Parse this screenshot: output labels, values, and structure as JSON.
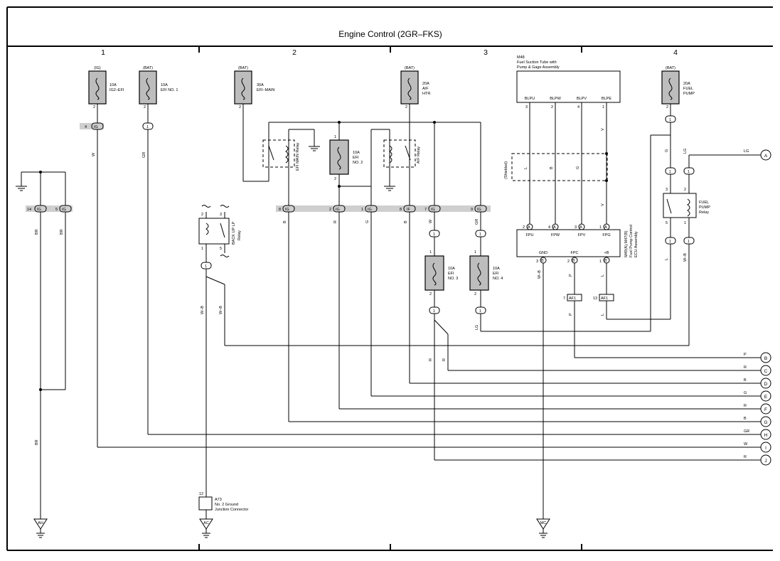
{
  "title": "Engine Control (2GR–FKS)",
  "columns": [
    "1",
    "2",
    "3",
    "4"
  ],
  "fuses": [
    {
      "source": "(IG)",
      "rating": "10A",
      "name": "IG2–EFI",
      "pin": "2"
    },
    {
      "source": "(BAT)",
      "rating": "10A",
      "name": "EFI NO. 1",
      "pin": "2"
    },
    {
      "source": "(BAT)",
      "rating": "30A",
      "name": "EFI–MAIN",
      "pin": "2"
    },
    {
      "source": "(BAT)",
      "rating": "20A",
      "name1": "A/F",
      "name2": "HTR",
      "pin": "2"
    },
    {
      "source": "(BAT)",
      "rating": "20A",
      "name1": "FUEL",
      "name2": "PUMP",
      "pin": "2"
    },
    {
      "rating": "10A",
      "name1": "EFI",
      "name2": "NO. 2",
      "pin_top": "1",
      "pin_bottom": "2"
    },
    {
      "rating": "10A",
      "name1": "EFI",
      "name2": "NO. 3",
      "pin_top": "1",
      "pin_bottom": "2"
    },
    {
      "rating": "10A",
      "name1": "EFI",
      "name2": "NO. 4",
      "pin_top": "1",
      "pin_bottom": "2"
    }
  ],
  "relays": {
    "efi_main": "EFI MAIN Relay",
    "af": "A/F Relay",
    "backup_1": "BACK UP LP",
    "backup_2": "Relay",
    "fuel_pump_1": "FUEL",
    "fuel_pump_2": "PUMP",
    "fuel_pump_3": "Relay"
  },
  "m48": {
    "id": "M48",
    "name1": "Fuel Suction Tube with",
    "name2": "Pump & Gage Assembly",
    "pins": [
      "BLPU",
      "BLPW",
      "BLPV",
      "BLPE"
    ],
    "pin_nums": [
      "3",
      "2",
      "4",
      "1"
    ]
  },
  "shielded": "(Shielded)",
  "ecu": {
    "name1": "M49(A),M47(B)",
    "name2": "Fuel Pump Control",
    "name3": "ECU Assembly",
    "top_pins": [
      "FPU",
      "FPW",
      "FPV",
      "FPG"
    ],
    "top_nums": [
      "2",
      "4",
      "3",
      "1"
    ],
    "bottom_pins": [
      "GND",
      "FPC",
      "+B"
    ],
    "bottom_nums": [
      "3",
      "2",
      "1"
    ],
    "conn_a": "A",
    "conn_b": "B"
  },
  "connectors": {
    "ig": "IG",
    "if": "IF",
    "one": "1",
    "pin4": "4",
    "pin14": "14",
    "pin5": "5",
    "pin8": "8",
    "pin2": "2",
    "pin1": "1",
    "pin7": "7",
    "pin9": "9",
    "pin3": "3",
    "pin13": "13",
    "af1": "AF1",
    "n2": "2"
  },
  "wire_colors": {
    "W": "W",
    "GR": "GR",
    "BR": "BR",
    "B": "B",
    "R": "R",
    "G": "G",
    "LG": "LG",
    "V": "V",
    "L": "L",
    "P": "P",
    "WB": "W–B"
  },
  "ground_connector": {
    "pin": "12",
    "id": "A73",
    "name1": "No. 2 Ground",
    "name2": "Junction Connector"
  },
  "grounds": [
    "AH",
    "AC",
    "MC"
  ],
  "outputs": [
    {
      "letter": "A",
      "color": "LG"
    },
    {
      "letter": "B",
      "color": "P"
    },
    {
      "letter": "C",
      "color": "R"
    },
    {
      "letter": "D",
      "color": "B"
    },
    {
      "letter": "E",
      "color": "G"
    },
    {
      "letter": "F",
      "color": "R"
    },
    {
      "letter": "G",
      "color": "B"
    },
    {
      "letter": "H",
      "color": "GR"
    },
    {
      "letter": "I",
      "color": "W"
    },
    {
      "letter": "J",
      "color": "R"
    }
  ]
}
